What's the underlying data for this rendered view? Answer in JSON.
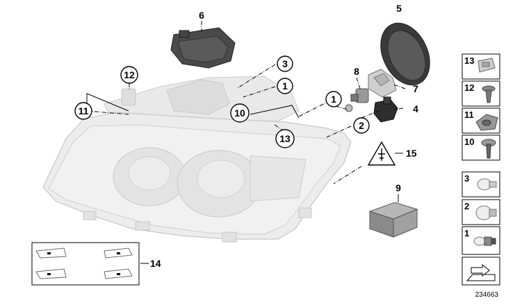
{
  "callouts": {
    "c1a": "1",
    "c1b": "1",
    "c2": "2",
    "c3": "3",
    "c4": "4",
    "c5": "5",
    "c6": "6",
    "c7": "7",
    "c8": "8",
    "c9": "9",
    "c10": "10",
    "c11": "11",
    "c12": "12",
    "c13": "13",
    "c14": "14",
    "c15": "15"
  },
  "legend": [
    {
      "label": "13",
      "icon": "clip-nut-icon"
    },
    {
      "label": "12",
      "icon": "expanding-rivet-icon"
    },
    {
      "label": "11",
      "icon": "adjuster-clip-icon"
    },
    {
      "label": "10",
      "icon": "screw-washer-icon"
    },
    {
      "label": "3",
      "icon": "wedge-bulb-icon"
    },
    {
      "label": "2",
      "icon": "indicator-bulb-icon"
    },
    {
      "label": "1",
      "icon": "h7-bulb-icon"
    },
    {
      "label": "",
      "icon": "arrow-plate-icon"
    }
  ],
  "reference_number": "234663",
  "colors": {
    "housing": "#e8e8e8",
    "outline": "#c4c4c4",
    "dark_part": "#3a3a3a"
  }
}
